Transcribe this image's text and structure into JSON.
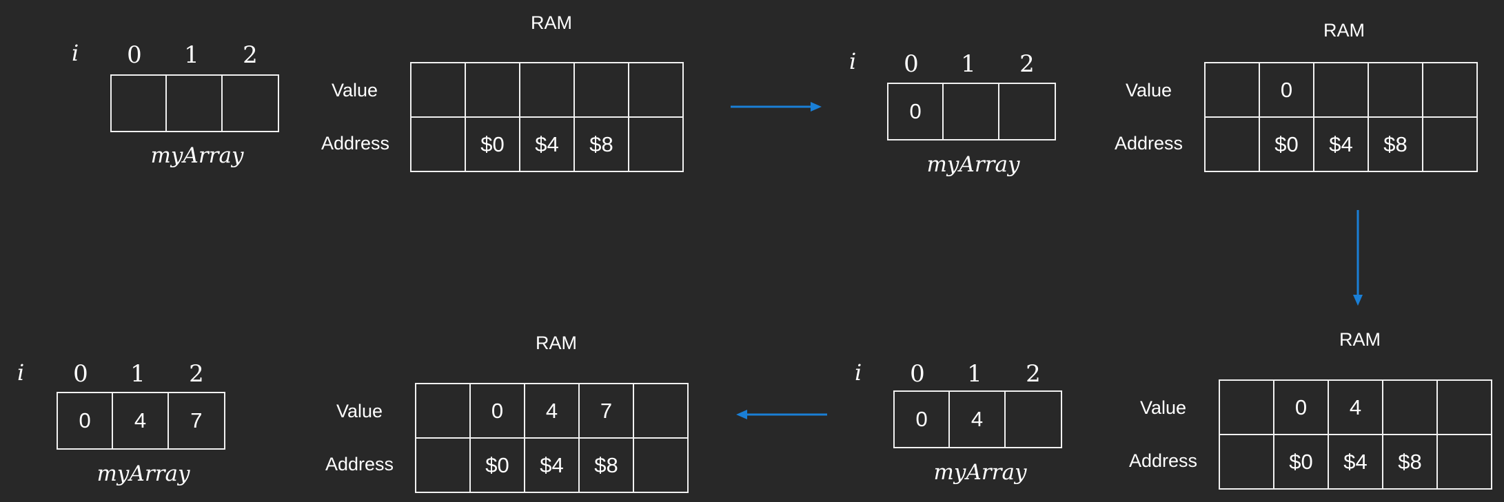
{
  "panels": {
    "p1": {
      "i_label": "i",
      "indices": [
        "0",
        "1",
        "2"
      ],
      "cells": [
        "",
        "",
        ""
      ],
      "array_name": "myArray",
      "ram_title": "RAM",
      "value_label": "Value",
      "address_label": "Address",
      "values": [
        "",
        "",
        "",
        "",
        ""
      ],
      "addresses": [
        "",
        "$0",
        "$4",
        "$8",
        ""
      ]
    },
    "p2": {
      "i_label": "i",
      "indices": [
        "0",
        "1",
        "2"
      ],
      "cells": [
        "0",
        "",
        ""
      ],
      "array_name": "myArray",
      "ram_title": "RAM",
      "value_label": "Value",
      "address_label": "Address",
      "values": [
        "",
        "0",
        "",
        "",
        ""
      ],
      "addresses": [
        "",
        "$0",
        "$4",
        "$8",
        ""
      ]
    },
    "p3": {
      "i_label": "i",
      "indices": [
        "0",
        "1",
        "2"
      ],
      "cells": [
        "0",
        "4",
        ""
      ],
      "array_name": "myArray",
      "ram_title": "RAM",
      "value_label": "Value",
      "address_label": "Address",
      "values": [
        "",
        "0",
        "4",
        "",
        ""
      ],
      "addresses": [
        "",
        "$0",
        "$4",
        "$8",
        ""
      ]
    },
    "p4": {
      "i_label": "i",
      "indices": [
        "0",
        "1",
        "2"
      ],
      "cells": [
        "0",
        "4",
        "7"
      ],
      "array_name": "myArray",
      "ram_title": "RAM",
      "value_label": "Value",
      "address_label": "Address",
      "values": [
        "",
        "0",
        "4",
        "7",
        ""
      ],
      "addresses": [
        "",
        "$0",
        "$4",
        "$8",
        ""
      ]
    }
  },
  "colors": {
    "background": "#282828",
    "arrow": "#1a7fd6",
    "stroke": "#f2f2f2"
  }
}
